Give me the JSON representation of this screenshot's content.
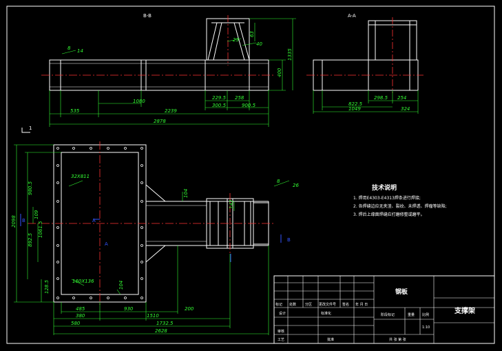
{
  "views": {
    "front_label": "B-B",
    "side_label": "A-A"
  },
  "front_dims": {
    "d535": "535",
    "d1080": "1080",
    "d2239": "2239",
    "d2878": "2878",
    "d229": "229.5",
    "d258": "258",
    "d300": "300.5",
    "d900": "900.5",
    "d400": "400",
    "d1335": "1335",
    "d63": "63",
    "d40": "40",
    "d25": "25",
    "d14": "14",
    "d8": "8"
  },
  "side_dims": {
    "d822": "822.5",
    "d1049": "1049",
    "d298": "298.5",
    "d254": "254",
    "d324": "324"
  },
  "plan_dims": {
    "d2098": "2098",
    "d980": "980.5",
    "d892": "892.5",
    "d1061": "1061.5",
    "d109": "109",
    "d128": "128.5",
    "d32": "32X811",
    "d160": "160X136",
    "d104a": "104",
    "d104b": "104",
    "d485": "485",
    "d930": "930",
    "d380": "380",
    "d580": "580",
    "d1510": "1510",
    "d200": "200",
    "d1732": "1732.5",
    "d2628": "2628",
    "d142": "142",
    "d8b": "8",
    "d26": "26"
  },
  "section_marks": {
    "a_upper": "A",
    "a_lower": "A",
    "b_left": "B",
    "b_right": "B",
    "one": "1"
  },
  "notes": {
    "title": "技术说明",
    "item1": "1. 焊用E4303-E4313焊条进行焊接;",
    "item2": "2. 各焊缝边应无夹渣、裂纹、未焊透、焊瘤等缺陷;",
    "item3": "3. 焊后上缘面焊缝应打磨修整或磨平。"
  },
  "title_block": {
    "part_name": "支撑架",
    "material": "钢板",
    "scale": "1:10",
    "scale_label": "比例",
    "weight_label": "重量",
    "stage_label": "阶段标记",
    "sheet_label": "共 张  第 张",
    "mark": "标记",
    "count": "处数",
    "zone": "分区",
    "doc_no": "更改文件号",
    "sign": "签名",
    "date": "年 月 日",
    "design": "设计",
    "standard": "标准化",
    "check": "审核",
    "process": "工艺",
    "approve": "批准"
  },
  "colors": {
    "outline": "#ffffff",
    "centerline": "#ff3333",
    "dimension": "#33ff33",
    "marker": "#3355ff",
    "leader": "#ffff33"
  }
}
